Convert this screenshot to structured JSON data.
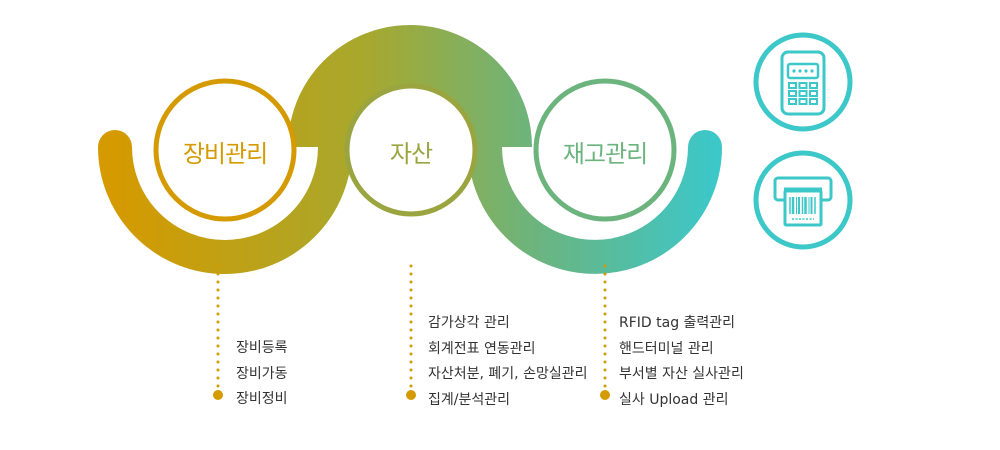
{
  "colors": {
    "gold": "#D49A00",
    "olive": "#9AA540",
    "green": "#6CB47E",
    "teal": "#3CC7C9",
    "text": "#333333"
  },
  "circles": [
    {
      "label": "장비관리",
      "color": "#D49A00"
    },
    {
      "label": "자산",
      "color": "#9AA540"
    },
    {
      "label": "재고관리",
      "color": "#6CB47E"
    }
  ],
  "lists": [
    {
      "items": [
        "장비등록",
        "장비가동",
        "장비정비"
      ]
    },
    {
      "items": [
        "감가상각 관리",
        "회계전표 연동관리",
        "자산처분, 폐기, 손망실관리",
        "집계/분석관리"
      ]
    },
    {
      "items": [
        "RFID tag 출력관리",
        "핸드터미널 관리",
        "부서별 자산 실사관리",
        "실사 Upload 관리"
      ]
    }
  ],
  "devices": [
    {
      "icon": "handheld-terminal-icon"
    },
    {
      "icon": "barcode-printer-icon"
    }
  ]
}
